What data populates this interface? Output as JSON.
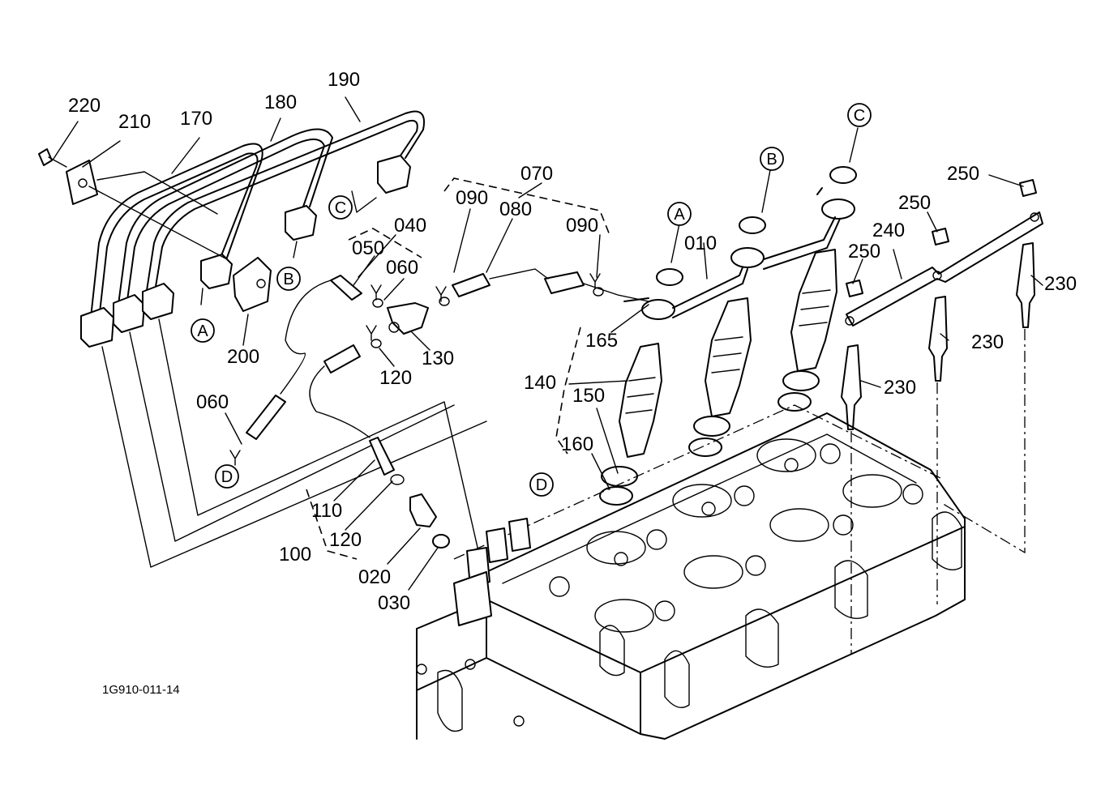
{
  "diagram": {
    "drawing_code": "1G910-011-14",
    "part_labels": {
      "p220": "220",
      "p210": "210",
      "p170": "170",
      "p180": "180",
      "p190": "190",
      "p200": "200",
      "p070": "070",
      "p090a": "090",
      "p080": "080",
      "p090b": "090",
      "p040": "040",
      "p050": "050",
      "p060a": "060",
      "p130": "130",
      "p120a": "120",
      "p060b": "060",
      "p110": "110",
      "p120b": "120",
      "p100": "100",
      "p020": "020",
      "p030": "030",
      "p010": "010",
      "p165": "165",
      "p140": "140",
      "p150": "150",
      "p160": "160",
      "p250a": "250",
      "p250b": "250",
      "p250c": "250",
      "p240": "240",
      "p230a": "230",
      "p230b": "230",
      "p230c": "230"
    },
    "reference_markers": {
      "a_left": "A",
      "b_left": "B",
      "c_left": "C",
      "d_left": "D",
      "d_right": "D",
      "a_right": "A",
      "b_right": "B",
      "c_right": "C"
    }
  }
}
